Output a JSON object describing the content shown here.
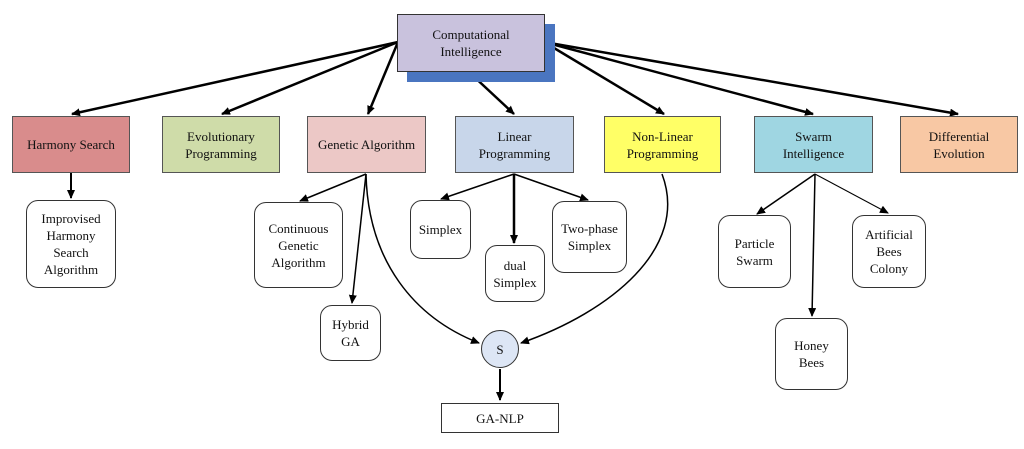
{
  "title": {
    "label": "Computational\nIntelligence",
    "fill": "#c9c2dd",
    "shadow": "#4a75c0"
  },
  "categories": [
    {
      "id": "harmony",
      "label": "Harmony Search",
      "fill": "#d98c8c"
    },
    {
      "id": "evolutionary",
      "label": "Evolutionary\nProgramming",
      "fill": "#cfdca9"
    },
    {
      "id": "genetic",
      "label": "Genetic Algorithm",
      "fill": "#ecc8c6"
    },
    {
      "id": "linear",
      "label": "Linear\nProgramming",
      "fill": "#c8d6ea"
    },
    {
      "id": "nonlinear",
      "label": "Non-Linear\nProgramming",
      "fill": "#ffff66"
    },
    {
      "id": "swarm",
      "label": "Swarm\nIntelligence",
      "fill": "#9fd6e2"
    },
    {
      "id": "differential",
      "label": "Differential\nEvolution",
      "fill": "#f8c8a4"
    }
  ],
  "leaves": [
    {
      "id": "improvised",
      "label": "Improvised\nHarmony\nSearch\nAlgorithm"
    },
    {
      "id": "continuous",
      "label": "Continuous\nGenetic\nAlgorithm"
    },
    {
      "id": "hybrid",
      "label": "Hybrid\nGA"
    },
    {
      "id": "simplex",
      "label": "Simplex"
    },
    {
      "id": "dual",
      "label": "dual\nSimplex"
    },
    {
      "id": "twophase",
      "label": "Two-phase\nSimplex"
    },
    {
      "id": "particle",
      "label": "Particle\nSwarm"
    },
    {
      "id": "honey",
      "label": "Honey\nBees"
    },
    {
      "id": "artificial",
      "label": "Artificial\nBees\nColony"
    }
  ],
  "merge": {
    "label": "S",
    "fill": "#dde6f5"
  },
  "output": {
    "label": "GA-NLP"
  }
}
